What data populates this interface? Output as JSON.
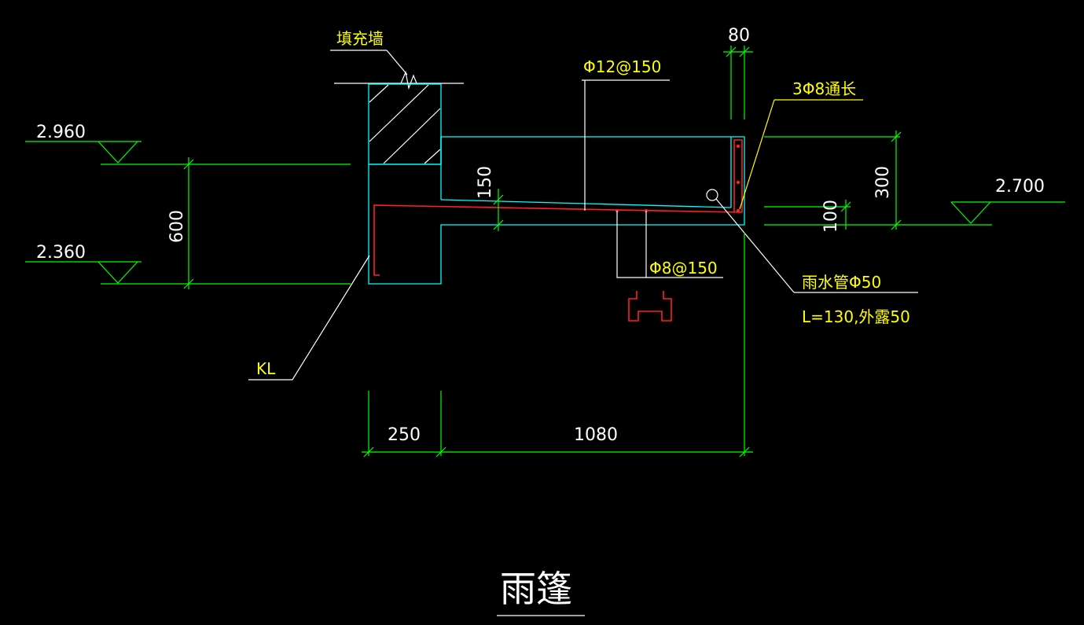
{
  "drawing": {
    "title": "雨篷",
    "colors": {
      "background": "#000000",
      "dimension_lines": "#00ff00",
      "concrete_outline": "#00ffff",
      "rebar": "#ff2020",
      "leader_lines": "#ffffff",
      "labels": "#ffff00",
      "dimension_text": "#ffffff"
    },
    "elevations": {
      "top_beam": "2.960",
      "bottom_beam": "2.360",
      "canopy_bottom": "2.700"
    },
    "dimensions": {
      "beam_depth": "600",
      "beam_width": "250",
      "canopy_length": "1080",
      "root_thickness": "150",
      "edge_width": "80",
      "edge_height": "300",
      "bottom_offset": "100"
    },
    "labels": {
      "infill_wall": "填充墙",
      "top_rebar": "Φ12@150",
      "edge_rebar": "3Φ8通长",
      "bottom_rebar": "Φ8@150",
      "drain_pipe": "雨水管Φ50",
      "drain_pipe_note": "L=130,外露50",
      "beam": "KL"
    }
  }
}
